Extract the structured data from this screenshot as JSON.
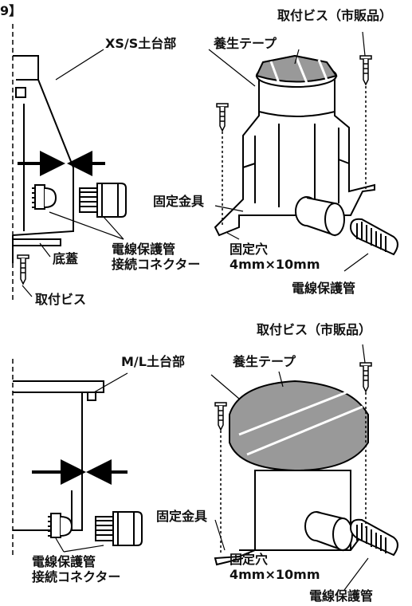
{
  "top": {
    "corner_mark": "9】",
    "screws_commercial": "取付ビス（市販品）",
    "base_section": "XS/S土台部",
    "curing_tape": "養生テープ",
    "fixing_bracket": "固定金具",
    "conduit_connector_line1": "電線保護管",
    "conduit_connector_line2": "接続コネクター",
    "bottom_cover": "底蓋",
    "screw": "取付ビス",
    "fixing_hole_line1": "固定穴",
    "fixing_hole_line2": "4mm×10mm",
    "conduit": "電線保護管"
  },
  "bottom": {
    "screws_commercial": "取付ビス（市販品）",
    "base_section": "M/L土台部",
    "curing_tape": "養生テープ",
    "fixing_bracket": "固定金具",
    "conduit_connector_line1": "電線保護管",
    "conduit_connector_line2": "接続コネクター",
    "fixing_hole_line1": "固定穴",
    "fixing_hole_line2": "4mm×10mm",
    "conduit": "電線保護管"
  }
}
